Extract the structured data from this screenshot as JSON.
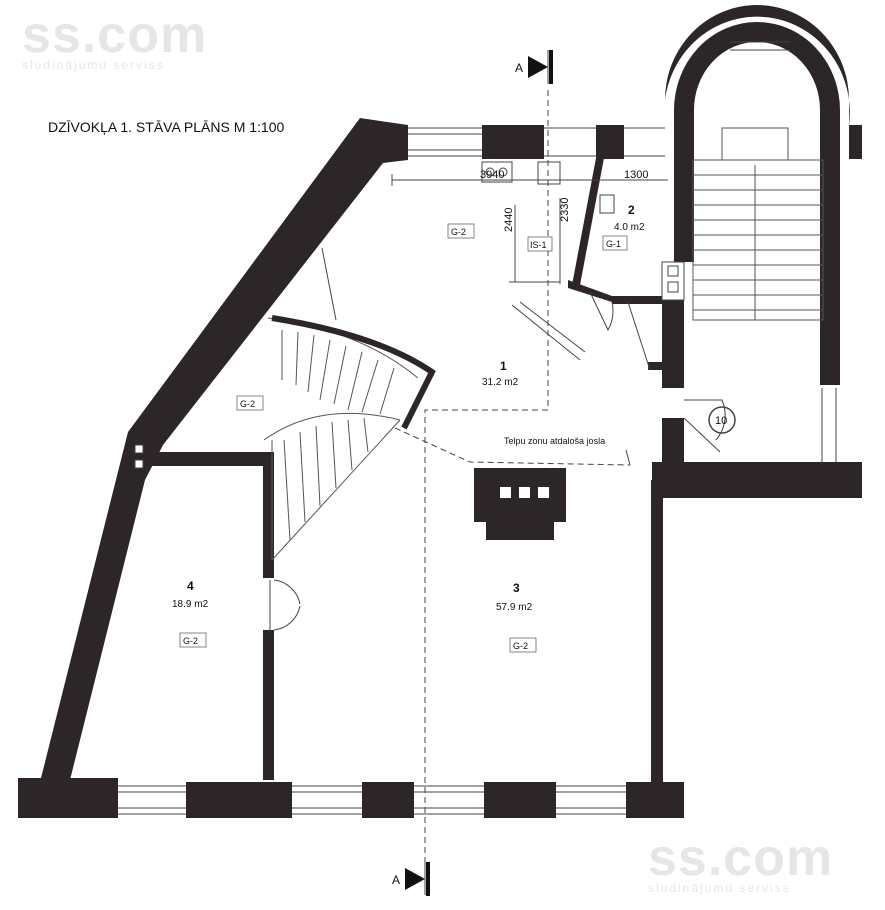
{
  "title": "DZĪVOKĻA 1. STĀVA PLĀNS M 1:100",
  "watermark": {
    "brand": "ss.com",
    "tagline": "sludinājumu serviss"
  },
  "section_marker": "A",
  "zone_note": "Telpu zonu atdaloša josla",
  "dimensions": {
    "d1": "3940",
    "d2": "1300",
    "d3": "2440",
    "d4": "2330"
  },
  "room_tags": {
    "is1": "IS-1",
    "g1": "G-1",
    "g2": "G-2"
  },
  "entrance_number": "10",
  "rooms": [
    {
      "number": "1",
      "area": "31.2 m2"
    },
    {
      "number": "2",
      "area": "4.0 m2"
    },
    {
      "number": "3",
      "area": "57.9 m2"
    },
    {
      "number": "4",
      "area": "18.9 m2"
    }
  ],
  "colors": {
    "wall": "#2d2628",
    "line": "#333333",
    "watermark": "#e6e6e6"
  }
}
